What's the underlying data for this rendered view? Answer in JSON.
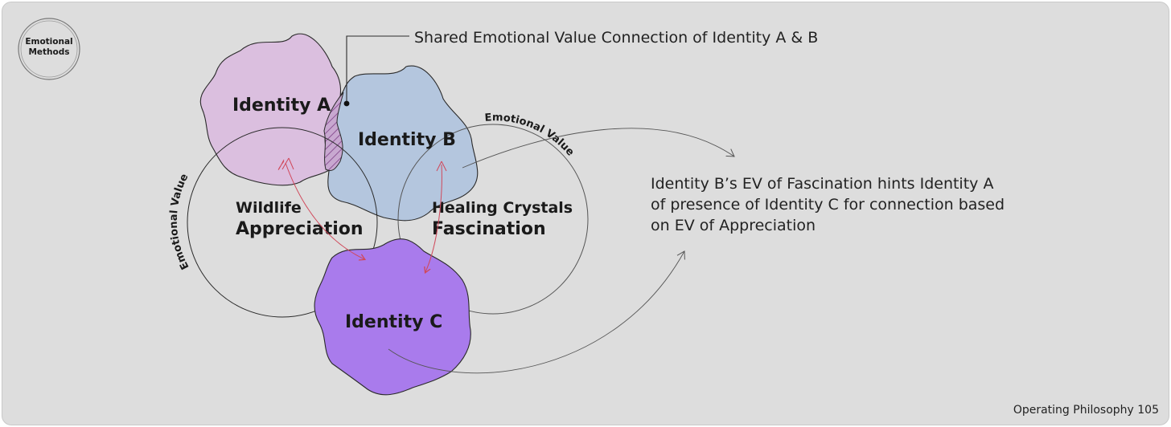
{
  "logo": {
    "line1": "Emotional",
    "line2": "Methods"
  },
  "identities": {
    "a": "Identity A",
    "b": "Identity B",
    "c": "Identity C"
  },
  "values": {
    "left_line1": "Wildlife",
    "left_line2": "Appreciation",
    "right_line1": "Healing Crystals",
    "right_line2": "Fascination"
  },
  "circle_labels": {
    "left": "Emotional Value",
    "right": "Emotional Value"
  },
  "callout": "Shared Emotional Value Connection of Identity A & B",
  "description": {
    "line1": "Identity B’s EV of Fascination hints Identity A",
    "line2": "of presence of Identity C for connection based",
    "line3": "on EV of Appreciation"
  },
  "footer": "Operating Philosophy 105",
  "colors": {
    "background": "#dddddd",
    "identity_a": "#dbbfdf",
    "identity_b": "#b4c6de",
    "identity_c": "#a97bec",
    "arrow_red": "#d0485a",
    "overlap_hatch": "#8f4e96"
  }
}
